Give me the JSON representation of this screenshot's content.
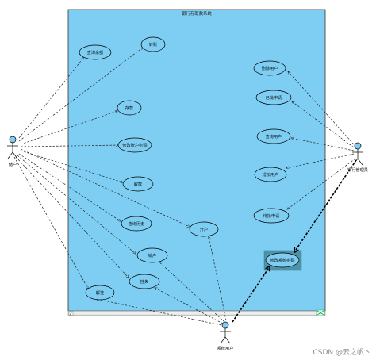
{
  "system": {
    "title": "银行存取款系统"
  },
  "actors": {
    "customer": "储户",
    "admin": "银行管理员",
    "sysuser": "系统用户"
  },
  "usecases": {
    "query_balance": "查询余额",
    "transfer": "转账",
    "deposit": "存款",
    "change_password": "修改账户密码",
    "withdraw": "取款",
    "query_history": "查询历史",
    "open_account": "开户",
    "close_account": "销户",
    "report_loss": "挂失",
    "unfreeze": "解挂",
    "delete_user": "删除用户",
    "approve_request": "已批申请",
    "query_user": "查询用户",
    "add_user": "增加用户",
    "pending_request": "待批申请",
    "change_sys_password": "修改系统密码"
  },
  "watermark": "CSDN @云之帆丶",
  "colors": {
    "system_fill": "#7ECEF4",
    "actor_head": "#7ECEF4",
    "selected_fill": "#4E92A8"
  }
}
